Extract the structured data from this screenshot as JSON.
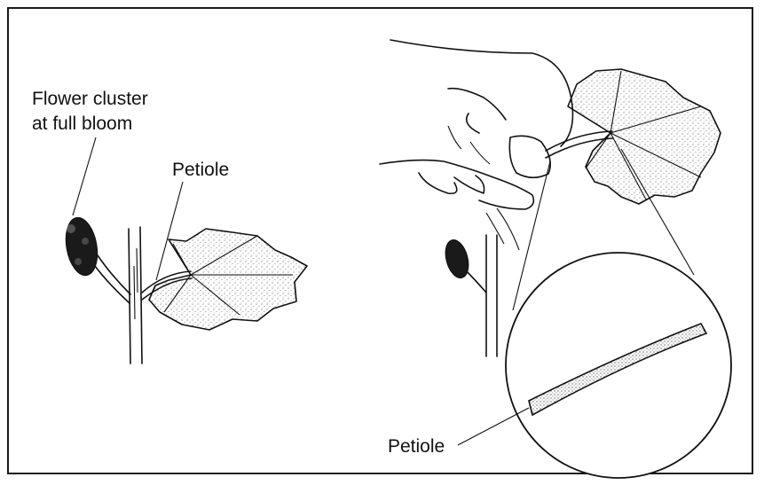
{
  "labels": {
    "flower_line1": "Flower cluster",
    "flower_line2": "at full bloom",
    "petiole_left": "Petiole",
    "petiole_bottom": "Petiole"
  }
}
